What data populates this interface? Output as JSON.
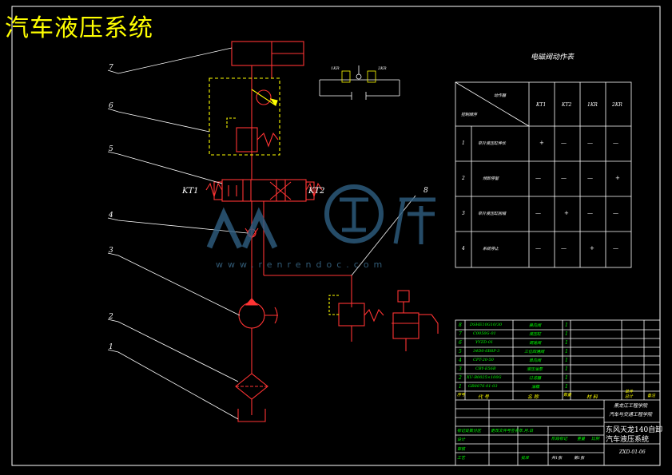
{
  "title": "汽车液压系统",
  "components": [
    "1",
    "2",
    "3",
    "4",
    "5",
    "6",
    "7",
    "8"
  ],
  "valve_labels": {
    "left": "KT1",
    "right": "KT2"
  },
  "solenoid_labels": {
    "left": "1KR",
    "right": "2KR"
  },
  "table": {
    "title": "电磁阀动作表",
    "corner_top": "动作器",
    "corner_bottom": "控制顺序",
    "columns": [
      "KT1",
      "KT2",
      "1KR",
      "2KR"
    ],
    "rows": [
      {
        "num": "1",
        "name": "举升液压缸伸长",
        "cells": [
          "+",
          "—",
          "—",
          "—"
        ]
      },
      {
        "num": "2",
        "name": "倾卸停留",
        "cells": [
          "—",
          "—",
          "—",
          "+"
        ]
      },
      {
        "num": "3",
        "name": "举升液压缸回缩",
        "cells": [
          "—",
          "+",
          "—",
          "—"
        ]
      },
      {
        "num": "4",
        "name": "系统停止",
        "cells": [
          "—",
          "—",
          "+",
          "—"
        ]
      }
    ]
  },
  "parts_list": [
    {
      "num": "8",
      "code": "DSHE10G10/30",
      "name": "换向阀",
      "qty": "1"
    },
    {
      "num": "7",
      "code": "C0050G-01",
      "name": "液压缸",
      "qty": "1"
    },
    {
      "num": "6",
      "code": "YYZD-01",
      "name": "调速阀",
      "qty": "1"
    },
    {
      "num": "5",
      "code": "34D0-6B8P-3",
      "name": "三位四通阀",
      "qty": "1"
    },
    {
      "num": "4",
      "code": "CPT-20-50",
      "name": "单向阀",
      "qty": "1"
    },
    {
      "num": "3",
      "code": "CBY-E56B",
      "name": "液压油泵",
      "qty": "1"
    },
    {
      "num": "2",
      "code": "XU-B0025×100G",
      "name": "过滤器",
      "qty": "1"
    },
    {
      "num": "1",
      "code": "GB8876-01-03",
      "name": "油箱",
      "qty": "1"
    }
  ],
  "parts_header": {
    "num": "序号",
    "code": "代  号",
    "name": "名  称",
    "qty": "数量",
    "material": "材  料",
    "weight": "单件\n总计",
    "note": "备注"
  },
  "title_block": {
    "school": "黑龙江工程学院",
    "dept": "汽车与交通工程学院",
    "project": "东风天龙140自卸",
    "drawing": "汽车液压系统",
    "drawing_no": "ZXD-01-06",
    "row1": "标记处数分区",
    "row1b": "更改文件号签名年.月.日",
    "row2a": "阶段标记",
    "row2b": "重量",
    "row2c": "比例",
    "design": "设计",
    "review": "审核",
    "process": "工艺",
    "approve": "批准",
    "sheets": "共1张",
    "sheet": "第1张"
  },
  "watermark": {
    "text_cn": "人人文库",
    "text_url": "www.renrendoc.com"
  },
  "colors": {
    "line": "#ff3333",
    "text": "#ffffff",
    "accent": "#ffff00",
    "green": "#00ff00",
    "frame": "#ffffff"
  }
}
